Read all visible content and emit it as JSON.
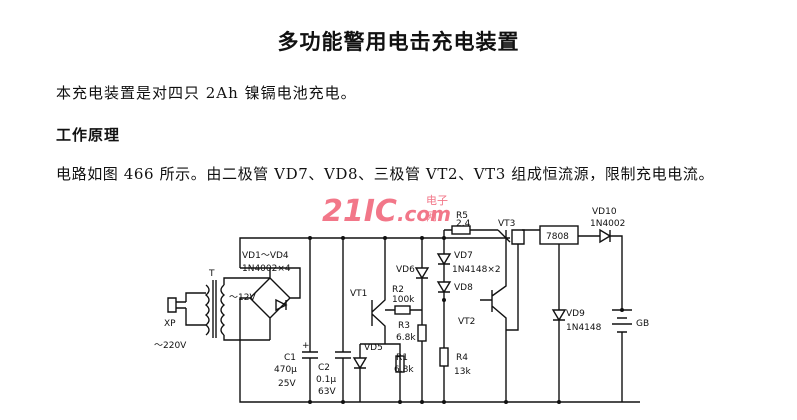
{
  "title": "多功能警用电击充电装置",
  "intro": "本充电装置是对四只 2Ah 镍镉电池充电。",
  "section_heading": "工作原理",
  "description": "电路如图 466 所示。由二极管 VD7、VD8、三极管 VT2、VT3 组成恒流源，限制充电电流。",
  "watermark": {
    "main": "21IC",
    "tail": ".com",
    "cn": "电子网"
  },
  "circuit": {
    "xp": "XP",
    "mains": "～220V",
    "transformer": "T",
    "secondary": "～12V",
    "bridge": "VD1～VD4",
    "bridge_type": "1N4002×4",
    "c1": "C1",
    "c1_val": "470μ",
    "c1_volt": "25V",
    "c1_plus": "+",
    "c2": "C2",
    "c2_val": "0.1μ",
    "c2_volt": "63V",
    "vt1": "VT1",
    "vd5": "VD5",
    "vd6": "VD6",
    "r1": "R1",
    "r1_val": "6.8k",
    "r2": "R2",
    "r2_val": "100k",
    "r3": "R3",
    "r3_val": "6.8k",
    "r4": "R4",
    "r4_val": "13k",
    "r5": "R5",
    "r5_val": "2.4",
    "vd7": "VD7",
    "vd7_type": "1N4148×2",
    "vd8": "VD8",
    "vt2": "VT2",
    "vt3": "VT3",
    "reg": "7808",
    "vd9": "VD9",
    "vd9_type": "1N4148",
    "vd10": "VD10",
    "vd10_type": "1N4002",
    "gb": "GB"
  }
}
